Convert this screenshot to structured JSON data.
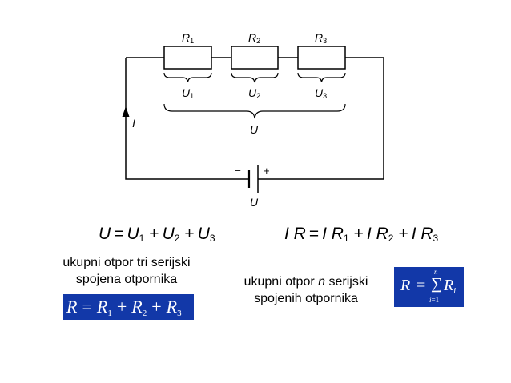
{
  "circuit": {
    "resistors": [
      {
        "symbol": "R",
        "index": "1"
      },
      {
        "symbol": "R",
        "index": "2"
      },
      {
        "symbol": "R",
        "index": "3"
      }
    ],
    "voltages": [
      {
        "symbol": "U",
        "index": "1"
      },
      {
        "symbol": "U",
        "index": "2"
      },
      {
        "symbol": "U",
        "index": "3"
      }
    ],
    "total_voltage": "U",
    "current": "I",
    "battery": {
      "minus": "–",
      "plus": "+",
      "label": "U"
    }
  },
  "equations": {
    "voltage": {
      "lhs": "U",
      "eq": "=",
      "terms": [
        {
          "s": "U",
          "i": "1"
        },
        {
          "s": "U",
          "i": "2"
        },
        {
          "s": "U",
          "i": "3"
        }
      ],
      "plus": "+"
    },
    "ir": {
      "lhs": "I R",
      "eq": "=",
      "terms": [
        {
          "s": "I R",
          "i": "1"
        },
        {
          "s": "I R",
          "i": "2"
        },
        {
          "s": "I R",
          "i": "3"
        }
      ],
      "plus": "+"
    }
  },
  "captions": {
    "three_series": [
      "ukupni otpor tri serijski",
      "spojena otpornika"
    ],
    "n_series": {
      "line1_pre": "ukupni otpor ",
      "line1_var": "n",
      "line1_post": " serijski",
      "line2": "spojenih otpornika"
    }
  },
  "formulas": {
    "three": {
      "lhs": "R",
      "eq": "=",
      "terms": [
        {
          "s": "R",
          "i": "1"
        },
        {
          "s": "R",
          "i": "2"
        },
        {
          "s": "R",
          "i": "3"
        }
      ],
      "plus": "+"
    },
    "n": {
      "lhs": "R",
      "eq": "=",
      "sum": "∑",
      "upper": "n",
      "lower_var": "i",
      "lower_eq": "=",
      "lower_val": "1",
      "term": "R",
      "term_index": "i"
    }
  },
  "colors": {
    "formula_box": "#1238a8",
    "formula_text": "#ffffff",
    "wire": "#000000"
  }
}
